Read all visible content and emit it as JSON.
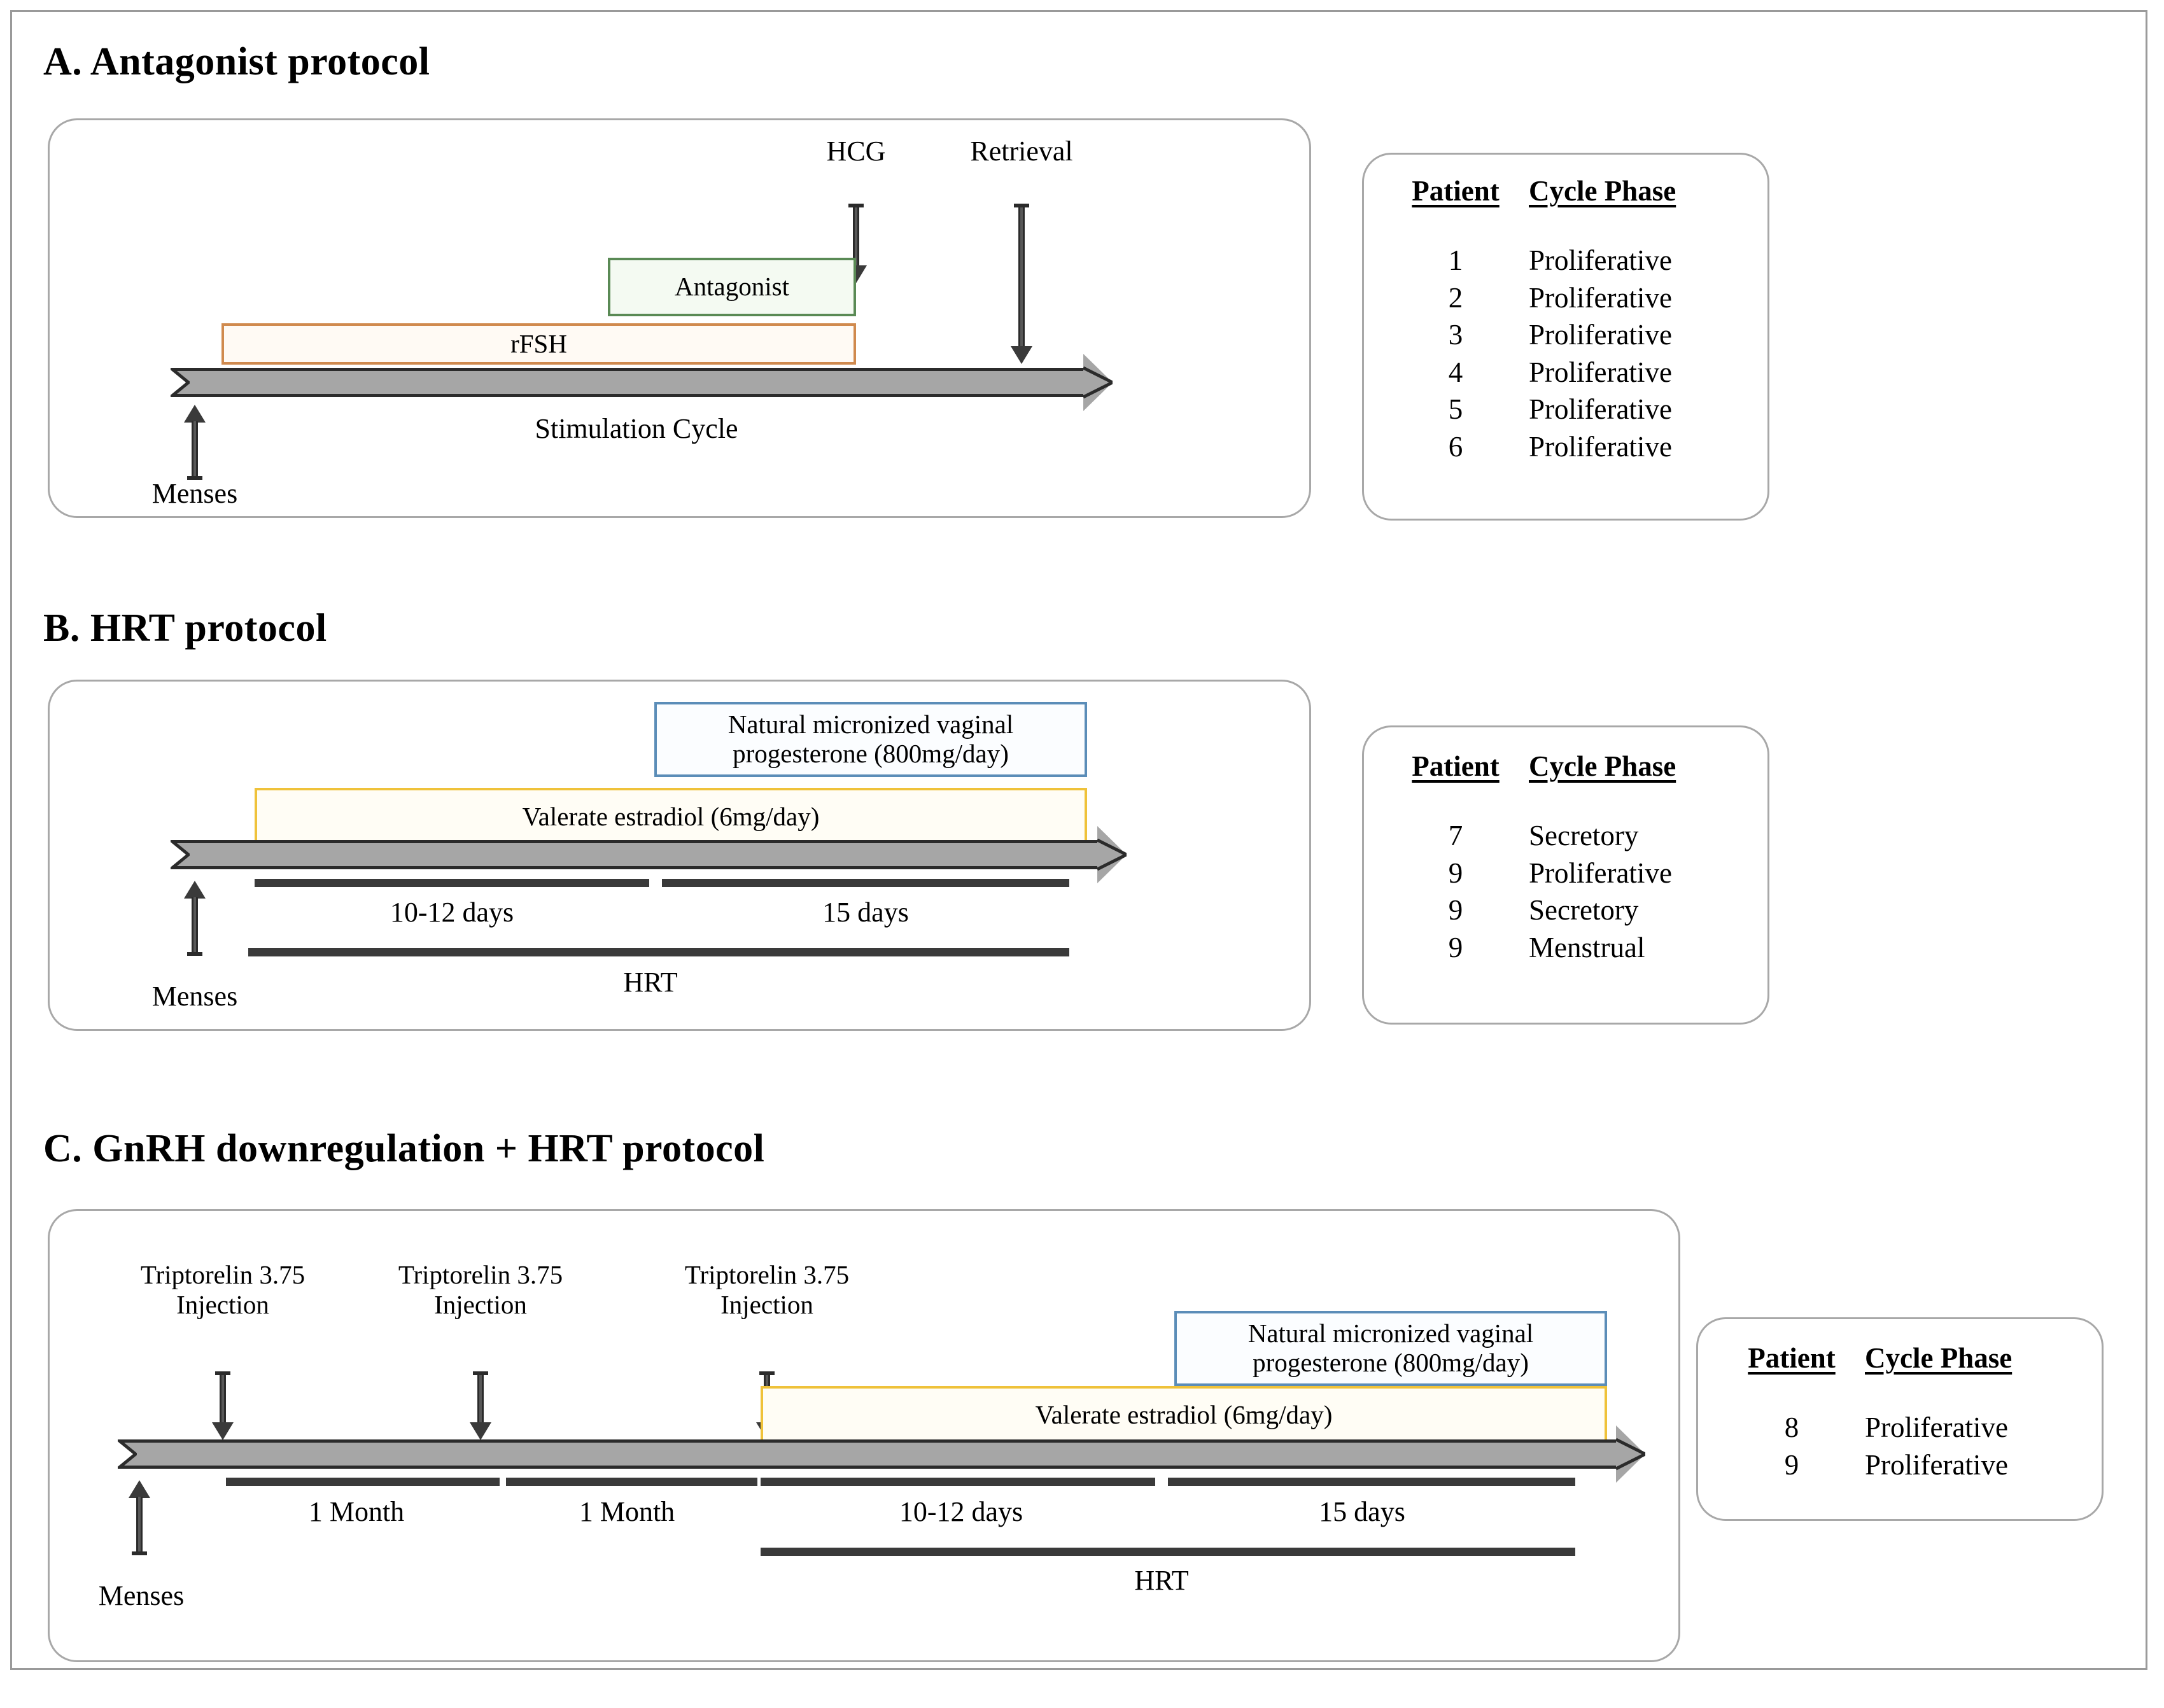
{
  "figure": {
    "table_headers": {
      "patient": "Patient",
      "cycle_phase": "Cycle Phase"
    },
    "colors": {
      "antagonist_border": "#5a8a55",
      "rfsh_border": "#d08a4e",
      "estradiol_border": "#efc23a",
      "progesterone_border": "#5b8db8",
      "timeline_fill": "#a6a6a6",
      "frame": "#9a9a9a"
    }
  },
  "panel_a": {
    "title": "A. Antagonist protocol",
    "events": [
      {
        "label": "HCG"
      },
      {
        "label": "Retrieval"
      }
    ],
    "boxes": {
      "antagonist": "Antagonist",
      "rfsh": "rFSH"
    },
    "timeline_label": "Stimulation Cycle",
    "menses": "Menses",
    "table": {
      "rows": [
        {
          "patient": "1",
          "phase": "Proliferative"
        },
        {
          "patient": "2",
          "phase": "Proliferative"
        },
        {
          "patient": "3",
          "phase": "Proliferative"
        },
        {
          "patient": "4",
          "phase": "Proliferative"
        },
        {
          "patient": "5",
          "phase": "Proliferative"
        },
        {
          "patient": "6",
          "phase": "Proliferative"
        }
      ]
    }
  },
  "panel_b": {
    "title": "B. HRT protocol",
    "boxes": {
      "progesterone_line1": "Natural micronized vaginal",
      "progesterone_line2": "progesterone (800mg/day)",
      "estradiol": "Valerate estradiol (6mg/day)"
    },
    "durations": [
      {
        "label": "10-12 days"
      },
      {
        "label": "15 days"
      }
    ],
    "hrt_label": "HRT",
    "menses": "Menses",
    "table": {
      "rows": [
        {
          "patient": "7",
          "phase": "Secretory"
        },
        {
          "patient": "9",
          "phase": "Proliferative"
        },
        {
          "patient": "9",
          "phase": "Secretory"
        },
        {
          "patient": "9",
          "phase": "Menstrual"
        }
      ]
    }
  },
  "panel_c": {
    "title": "C. GnRH downregulation + HRT protocol",
    "injections": [
      {
        "line1": "Triptorelin 3.75",
        "line2": "Injection"
      },
      {
        "line1": "Triptorelin 3.75",
        "line2": "Injection"
      },
      {
        "line1": "Triptorelin 3.75",
        "line2": "Injection"
      }
    ],
    "boxes": {
      "progesterone_line1": "Natural micronized vaginal",
      "progesterone_line2": "progesterone (800mg/day)",
      "estradiol": "Valerate estradiol (6mg/day)"
    },
    "durations": [
      {
        "label": "1 Month"
      },
      {
        "label": "1 Month"
      },
      {
        "label": "10-12 days"
      },
      {
        "label": "15 days"
      }
    ],
    "hrt_label": "HRT",
    "menses": "Menses",
    "table": {
      "rows": [
        {
          "patient": "8",
          "phase": "Proliferative"
        },
        {
          "patient": "9",
          "phase": "Proliferative"
        }
      ]
    }
  }
}
